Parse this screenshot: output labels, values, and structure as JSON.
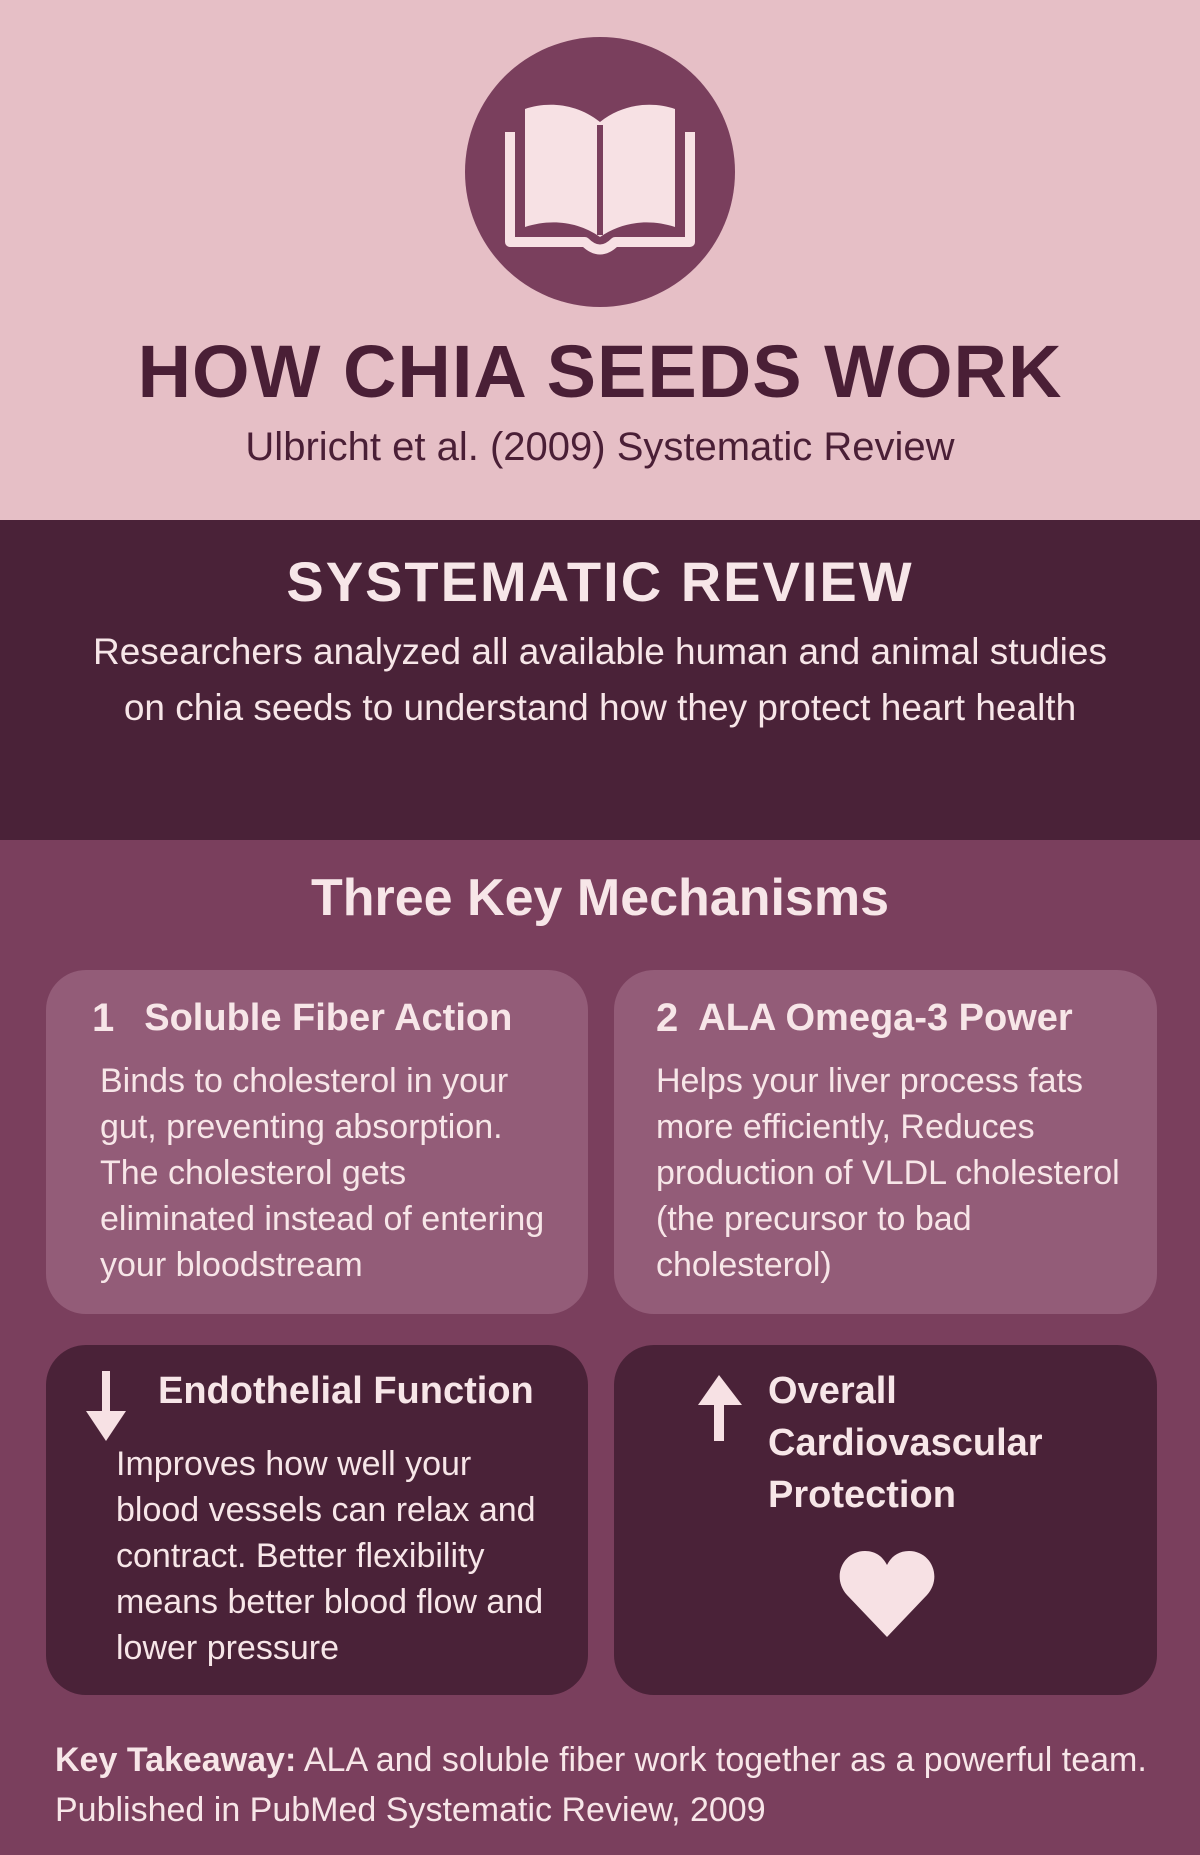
{
  "header": {
    "icon": "open-book-icon",
    "title": "HOW CHIA SEEDS WORK",
    "subtitle": "Ulbricht et al. (2009) Systematic Review"
  },
  "review": {
    "heading": "SYSTEMATIC REVIEW",
    "body": "Researchers analyzed all available human and animal studies on chia seeds to understand how they protect heart health"
  },
  "mechanisms": {
    "heading": "Three Key Mechanisms",
    "cards": [
      {
        "number": "1",
        "title": "Soluble Fiber Action",
        "body": "Binds to cholesterol in your gut, preventing absorption. The cholesterol gets eliminated instead of entering your bloodstream"
      },
      {
        "number": "2",
        "title": "ALA Omega-3 Power",
        "body": "Helps your liver process fats more efficiently, Reduces production of VLDL cholesterol (the precursor to bad cholesterol)"
      },
      {
        "icon": "arrow-down-icon",
        "title": "Endothelial Function",
        "body": "Improves how well your blood vessels can relax and contract. Better flexibility means better blood flow and lower pressure"
      },
      {
        "icon": "arrow-up-icon",
        "title": "Overall Cardiovascular Protection",
        "heart_icon": "heart-icon"
      }
    ]
  },
  "takeaway": {
    "label": "Key Takeaway:",
    "text": " ALA and soluble fiber work together as a powerful team. Published in PubMed Systematic Review, 2009"
  },
  "colors": {
    "pink": "#e6bfc6",
    "plum": "#7a3f5d",
    "dark": "#4a2238",
    "card": "#935c78",
    "text": "#f7e6e8"
  }
}
